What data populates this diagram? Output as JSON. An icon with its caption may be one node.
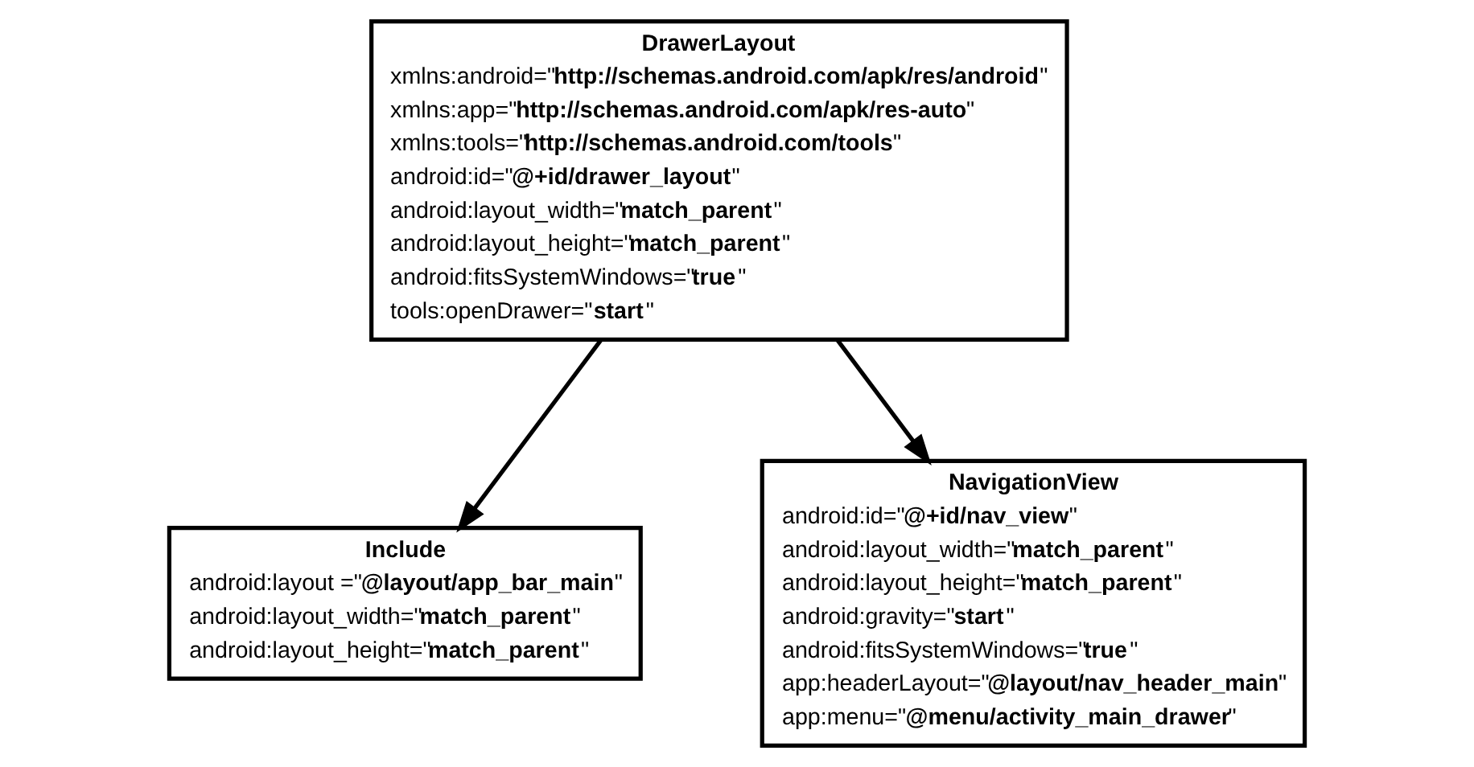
{
  "diagram": {
    "nodes": [
      {
        "text": [
          "DrawerLayout",
          "xmlns:android=\"**http://schemas.android.com/apk/res/android**\"",
          "xmlns:app=\"**http://schemas.android.com/apk/res-auto**\"",
          "xmlns:tools=\"**http://schemas.android.com/tools**\"",
          "android:id=\"**@+id/drawer_layout**\"",
          "android:layout_width=\"**match_parent**\"",
          "android:layout_height=\"**match_parent**\"",
          "android:fitsSystemWindows=\"**true**\"",
          "tools:openDrawer=\"**start**\""
        ]
      },
      {
        "text": [
          "Include",
          "android:layout =\"**@layout/app_bar_main**\"",
          "android:layout_width=\"**match_parent**\"",
          "android:layout_height=\"**match_parent**\""
        ]
      },
      {
        "text": [
          "NavigationView",
          "android:id=\"**@+id/nav_view**\"",
          "android:layout_width=\"**match_parent**\"",
          "android:layout_height=\"**match_parent**\"",
          "android:gravity=\"**start**\"",
          "android:fitsSystemWindows=\"**true**\"",
          "app:headerLayout=\"**@layout/nav_header_main**\"",
          "app:menu=\"**@menu/activity_main_drawer**\""
        ]
      }
    ],
    "edges": [
      {
        "from": 0,
        "to": 1,
        "arrow": "to"
      },
      {
        "from": 0,
        "to": 2,
        "arrow": "to"
      }
    ]
  }
}
